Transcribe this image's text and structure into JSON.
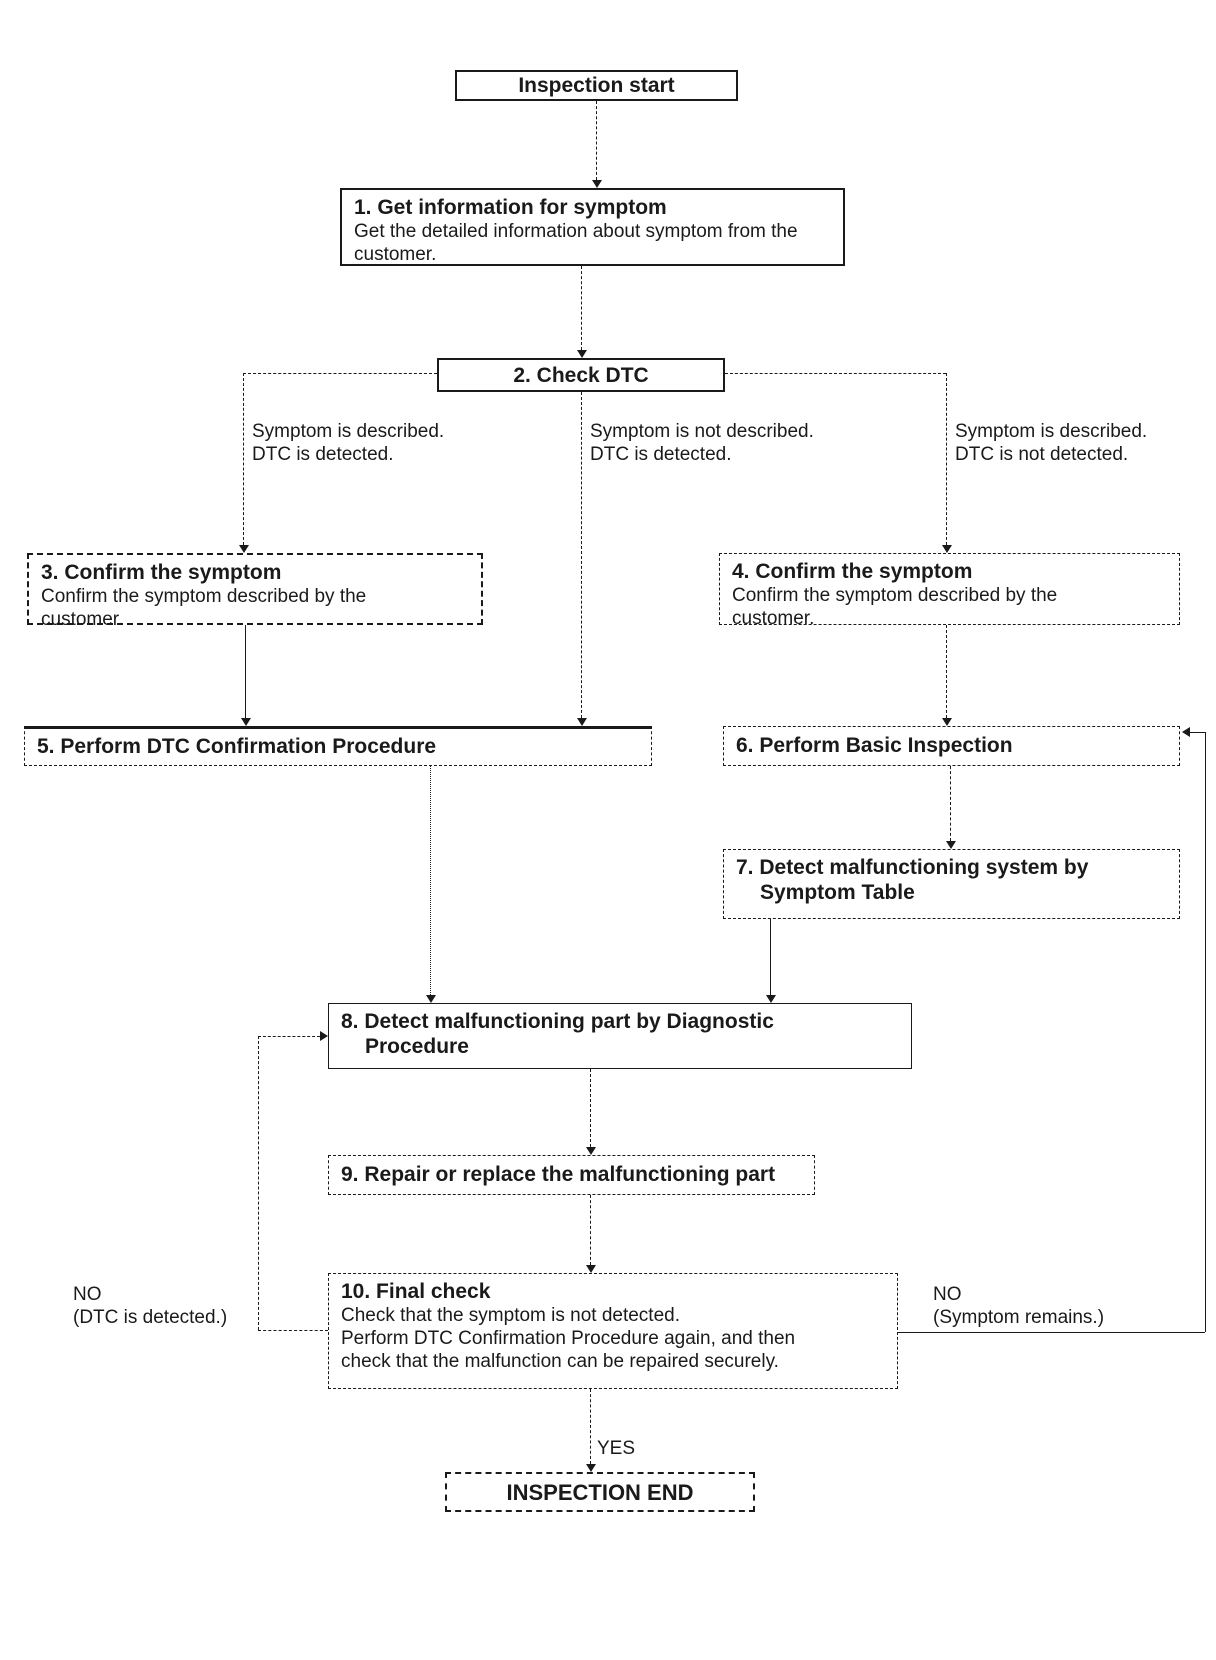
{
  "flowchart": {
    "start": {
      "label": "Inspection start"
    },
    "steps": {
      "s1": {
        "title": "1. Get information for symptom",
        "body": [
          "Get the detailed information about symptom from the",
          "customer."
        ]
      },
      "s2": {
        "title": "2. Check DTC"
      },
      "s3": {
        "title": "3. Confirm the symptom",
        "body": [
          "Confirm the symptom described by the",
          "customer."
        ]
      },
      "s4": {
        "title": "4. Confirm the symptom",
        "body": [
          "Confirm the symptom described by the",
          "customer."
        ]
      },
      "s5": {
        "title": "5. Perform DTC Confirmation Procedure"
      },
      "s6": {
        "title": "6. Perform Basic Inspection"
      },
      "s7": {
        "title_lines": [
          "7. Detect malfunctioning system by",
          "Symptom Table"
        ]
      },
      "s8": {
        "title_lines": [
          "8. Detect malfunctioning part by Diagnostic",
          "Procedure"
        ]
      },
      "s9": {
        "title": "9. Repair or replace the malfunctioning part"
      },
      "s10": {
        "title": "10. Final check",
        "body": [
          "Check that the symptom is not detected.",
          "Perform DTC Confirmation Procedure again, and then",
          "check that the malfunction can be repaired securely."
        ]
      },
      "end": {
        "label": "INSPECTION END"
      }
    },
    "branches": {
      "left": [
        "Symptom is described.",
        "DTC is detected."
      ],
      "middle": [
        "Symptom is not described.",
        "DTC is detected."
      ],
      "right": [
        "Symptom is described.",
        "DTC is not detected."
      ]
    },
    "decisions": {
      "yes": "YES",
      "no_left": [
        "NO",
        "(DTC is detected.)"
      ],
      "no_right": [
        "NO",
        "(Symptom remains.)"
      ]
    },
    "colors": {
      "ink": "#1a1a1a",
      "background": "#ffffff"
    }
  }
}
